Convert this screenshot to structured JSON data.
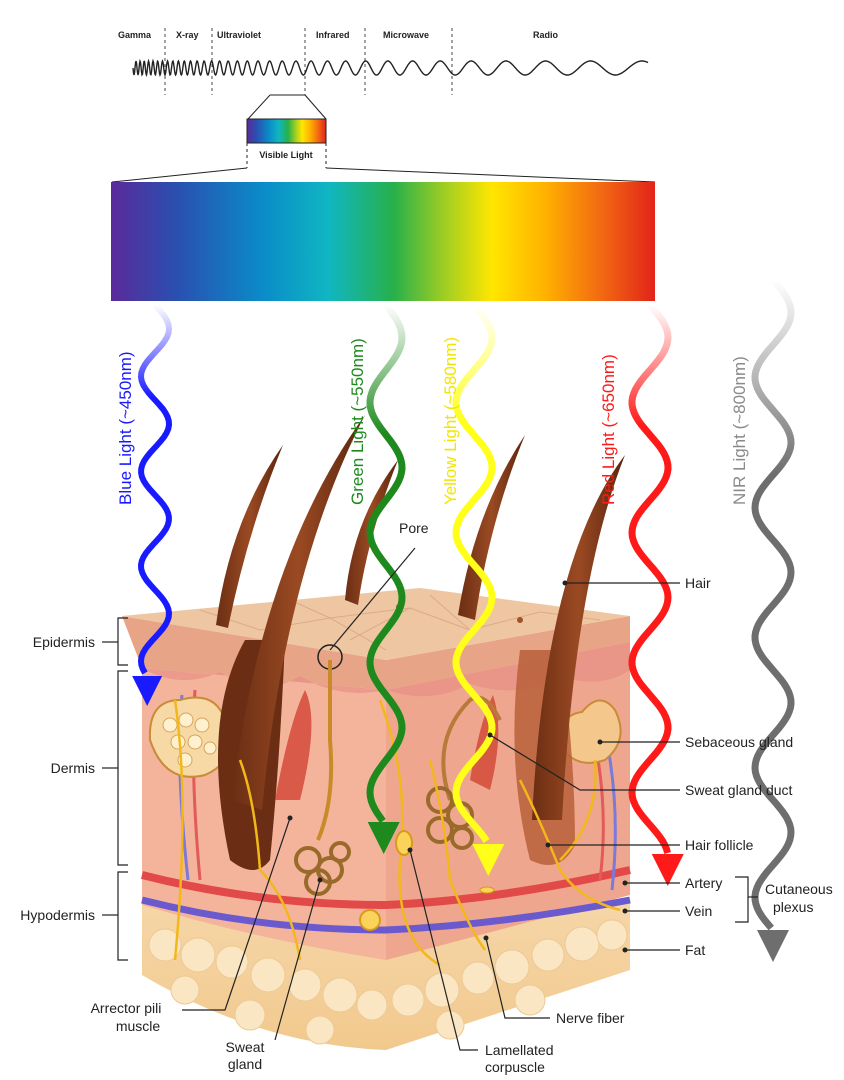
{
  "spectrum": {
    "bands": [
      "Gamma",
      "X-ray",
      "Ultraviolet",
      "Infrared",
      "Microwave",
      "Radio"
    ],
    "visible_label": "Visible Light"
  },
  "lights": [
    {
      "label": "Blue Light (~450nm)",
      "color": "#1a1aff"
    },
    {
      "label": "Green Light (~550nm)",
      "color": "#1e8a1e"
    },
    {
      "label": "Yellow Light (~580nm)",
      "color": "#ffff1a"
    },
    {
      "label": "Red Light (~650nm)",
      "color": "#ff1a1a"
    },
    {
      "label": "NIR Light (~800nm)",
      "color": "#7a7a7a"
    }
  ],
  "layers": {
    "epidermis": "Epidermis",
    "dermis": "Dermis",
    "hypodermis": "Hypodermis"
  },
  "structures": {
    "pore": "Pore",
    "hair": "Hair",
    "sebaceous_gland": "Sebaceous gland",
    "sweat_gland_duct": "Sweat gland duct",
    "hair_follicle": "Hair follicle",
    "artery": "Artery",
    "vein": "Vein",
    "cutaneous_plexus_line1": "Cutaneous",
    "cutaneous_plexus_line2": "plexus",
    "fat": "Fat",
    "arrector_line1": "Arrector pili",
    "arrector_line2": "muscle",
    "sweat_gland_line1": "Sweat",
    "sweat_gland_line2": "gland",
    "lamellated_line1": "Lamellated",
    "lamellated_line2": "corpuscle",
    "nerve_fiber": "Nerve fiber"
  }
}
